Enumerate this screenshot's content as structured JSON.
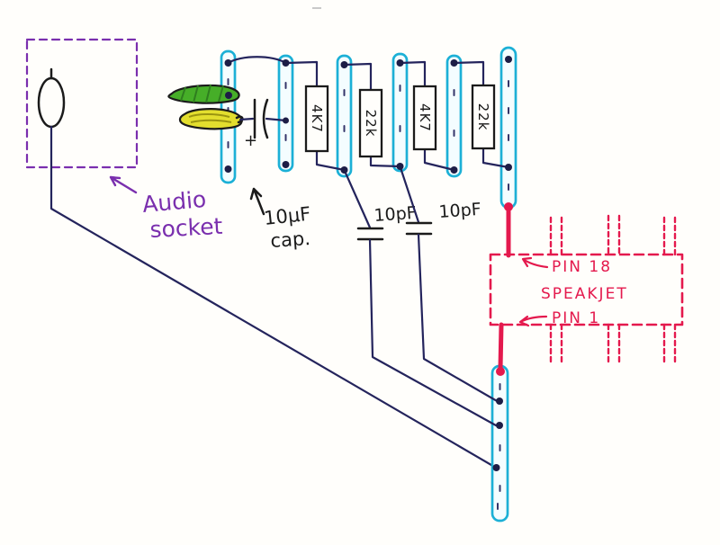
{
  "labels": {
    "audio_socket_line1": "Audio",
    "audio_socket_line2": "socket",
    "coupling_cap_line1": "10μF",
    "coupling_cap_line2": "cap.",
    "coupling_cap_polarity": "+",
    "filter_cap_left": "10pF",
    "filter_cap_right": "10pF",
    "pin18": "PIN 18",
    "chip_name": "SPEAKJET",
    "pin1": "PIN 1"
  },
  "resistors": [
    {
      "value": "4K7"
    },
    {
      "value": "22k"
    },
    {
      "value": "4K7"
    },
    {
      "value": "22k"
    }
  ],
  "colors": {
    "ink": "#1b1b1b",
    "wire": "#24245c",
    "cyan": "#1cb0d6",
    "red": "#e4194d",
    "purple": "#7a2fae",
    "green": "#46ae28",
    "yellow": "#e3de2e"
  }
}
